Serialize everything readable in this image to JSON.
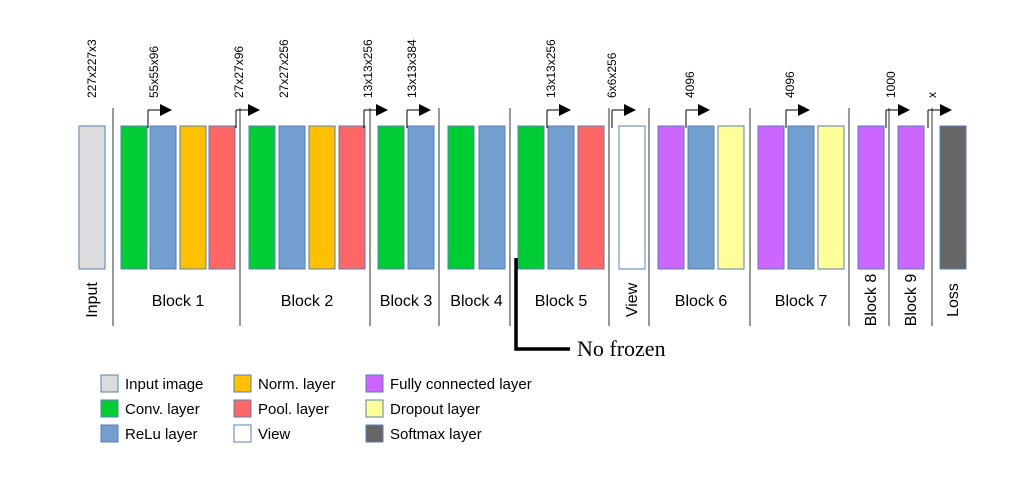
{
  "colors": {
    "input": "#dcdcdc",
    "conv": "#00cc33",
    "relu": "#729fcf",
    "norm": "#ffc000",
    "pool": "#ff6666",
    "view": "#ffffff",
    "fc": "#cc66ff",
    "dropout": "#ffff99",
    "softmax": "#666666",
    "stroke": "#5a7fb0",
    "separator": "#333333"
  },
  "groups": [
    {
      "id": "input",
      "label": "Input",
      "vertical": true,
      "layers": [
        "input"
      ]
    },
    {
      "id": "block1",
      "label": "Block 1",
      "vertical": false,
      "layers": [
        "conv",
        "relu",
        "norm",
        "pool"
      ]
    },
    {
      "id": "block2",
      "label": "Block 2",
      "vertical": false,
      "layers": [
        "conv",
        "relu",
        "norm",
        "pool"
      ]
    },
    {
      "id": "block3",
      "label": "Block 3",
      "vertical": false,
      "layers": [
        "conv",
        "relu"
      ]
    },
    {
      "id": "block4",
      "label": "Block 4",
      "vertical": false,
      "layers": [
        "conv",
        "relu"
      ]
    },
    {
      "id": "block5",
      "label": "Block 5",
      "vertical": false,
      "layers": [
        "conv",
        "relu",
        "pool"
      ]
    },
    {
      "id": "view",
      "label": "View",
      "vertical": true,
      "layers": [
        "view"
      ]
    },
    {
      "id": "block6",
      "label": "Block 6",
      "vertical": false,
      "layers": [
        "fc",
        "relu",
        "dropout"
      ]
    },
    {
      "id": "block7",
      "label": "Block 7",
      "vertical": false,
      "layers": [
        "fc",
        "relu",
        "dropout"
      ]
    },
    {
      "id": "block8",
      "label": "Block 8",
      "vertical": true,
      "layers": [
        "fc"
      ]
    },
    {
      "id": "block9",
      "label": "Block 9",
      "vertical": true,
      "layers": [
        "fc"
      ]
    },
    {
      "id": "loss",
      "label": "Loss",
      "vertical": true,
      "layers": [
        "softmax"
      ]
    }
  ],
  "dimensions": [
    {
      "text": "227x227x3",
      "arrow": false
    },
    {
      "text": "55x55x96",
      "arrow": true
    },
    {
      "text": "27x27x96",
      "arrow": true
    },
    {
      "text": "27x27x256",
      "arrow": false
    },
    {
      "text": "13x13x256",
      "arrow": true
    },
    {
      "text": "13x13x384",
      "arrow": true
    },
    {
      "text": "13x13x256",
      "arrow": true
    },
    {
      "text": "6x6x256",
      "arrow": true
    },
    {
      "text": "4096",
      "arrow": true
    },
    {
      "text": "4096",
      "arrow": true
    },
    {
      "text": "1000",
      "arrow": true
    },
    {
      "text": "x",
      "arrow": true
    }
  ],
  "annotation": {
    "text": "No frozen"
  },
  "legend": [
    {
      "key": "input",
      "label": "Input image"
    },
    {
      "key": "conv",
      "label": "Conv. layer"
    },
    {
      "key": "relu",
      "label": "ReLu layer"
    },
    {
      "key": "norm",
      "label": "Norm. layer"
    },
    {
      "key": "pool",
      "label": "Pool. layer"
    },
    {
      "key": "view",
      "label": "View"
    },
    {
      "key": "fc",
      "label": "Fully connected layer"
    },
    {
      "key": "dropout",
      "label": "Dropout layer"
    },
    {
      "key": "softmax",
      "label": "Softmax layer"
    }
  ]
}
